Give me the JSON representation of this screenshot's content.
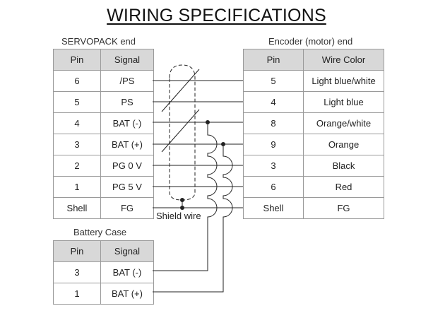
{
  "title": "WIRING SPECIFICATIONS",
  "servopack": {
    "caption": "SERVOPACK end",
    "headers": [
      "Pin",
      "Signal"
    ],
    "rows": [
      {
        "pin": "6",
        "signal": "/PS"
      },
      {
        "pin": "5",
        "signal": "PS"
      },
      {
        "pin": "4",
        "signal": "BAT (-)"
      },
      {
        "pin": "3",
        "signal": "BAT (+)"
      },
      {
        "pin": "2",
        "signal": "PG 0 V"
      },
      {
        "pin": "1",
        "signal": "PG 5 V"
      },
      {
        "pin": "Shell",
        "signal": "FG"
      }
    ]
  },
  "encoder": {
    "caption": "Encoder (motor) end",
    "headers": [
      "Pin",
      "Wire Color"
    ],
    "rows": [
      {
        "pin": "5",
        "color": "Light blue/white"
      },
      {
        "pin": "4",
        "color": "Light blue"
      },
      {
        "pin": "8",
        "color": "Orange/white"
      },
      {
        "pin": "9",
        "color": "Orange"
      },
      {
        "pin": "3",
        "color": "Black"
      },
      {
        "pin": "6",
        "color": "Red"
      },
      {
        "pin": "Shell",
        "color": "FG"
      }
    ]
  },
  "battery": {
    "caption": "Battery Case",
    "headers": [
      "Pin",
      "Signal"
    ],
    "rows": [
      {
        "pin": "3",
        "signal": "BAT (-)"
      },
      {
        "pin": "1",
        "signal": "BAT (+)"
      }
    ]
  },
  "shield_label": "Shield wire",
  "colors": {
    "header_bg": "#d8d8d8",
    "border": "#9a9a9a",
    "wire": "#222222"
  }
}
